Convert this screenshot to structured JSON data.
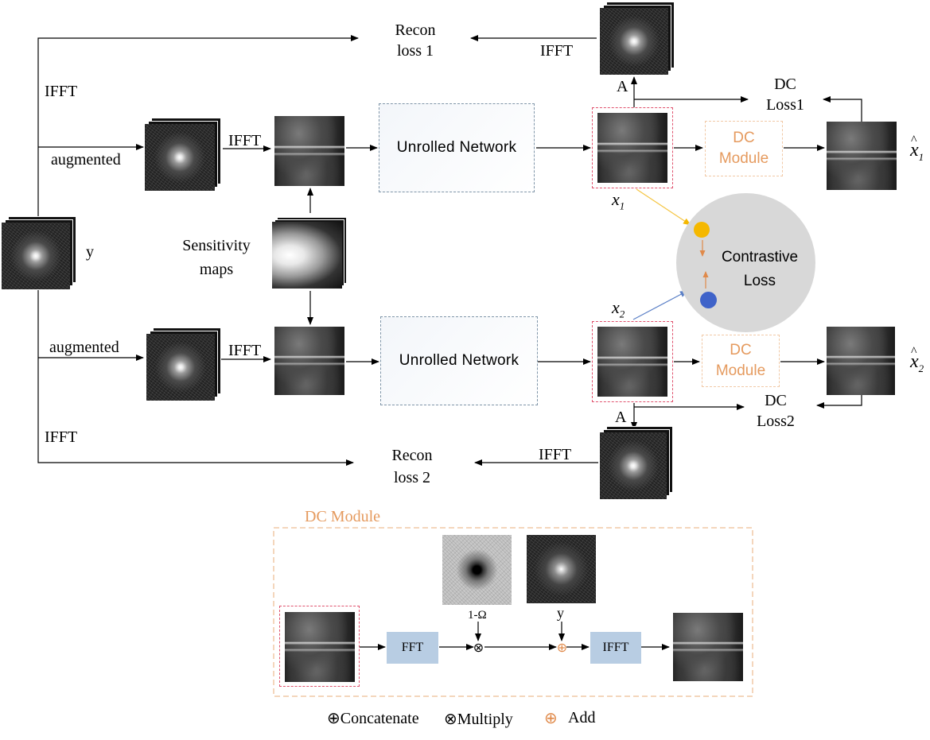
{
  "labels": {
    "recon_loss_1": "Recon\nloss 1",
    "recon_loss_2": "Recon\nloss 2",
    "ifft": "IFFT",
    "augmented": "augmented",
    "y": "y",
    "sensitivity_maps": "Sensitivity\nmaps",
    "unrolled_network": "Unrolled Network",
    "dc_module": "DC\nModule",
    "dc_loss1": "DC\nLoss1",
    "dc_loss2": "DC\nLoss2",
    "contrastive_loss": "Contrastive\nLoss",
    "a_op": "A",
    "x1": "x",
    "x1_sub": "1",
    "x2": "x",
    "x2_sub": "2",
    "xhat1_sub": "1",
    "xhat2_sub": "2"
  },
  "dc_module_detail": {
    "title": "DC Module",
    "fft": "FFT",
    "ifft": "IFFT",
    "mask_label": "1-Ω",
    "y_label": "y",
    "multiply_symbol": "⊗",
    "add_symbol": "⊕"
  },
  "legend": {
    "concatenate": "⊕Concatenate",
    "multiply": "⊗Multiply",
    "add_symbol": "⊕",
    "add": "Add"
  },
  "colors": {
    "dc_orange": "#e59a5e",
    "frame_red": "#e0536e",
    "network_border": "#7f95a8",
    "op_blue": "#b8cde3",
    "dot_yellow": "#f5b800",
    "dot_blue": "#3f63c9",
    "contrast_gray": "#d8d8d8"
  }
}
